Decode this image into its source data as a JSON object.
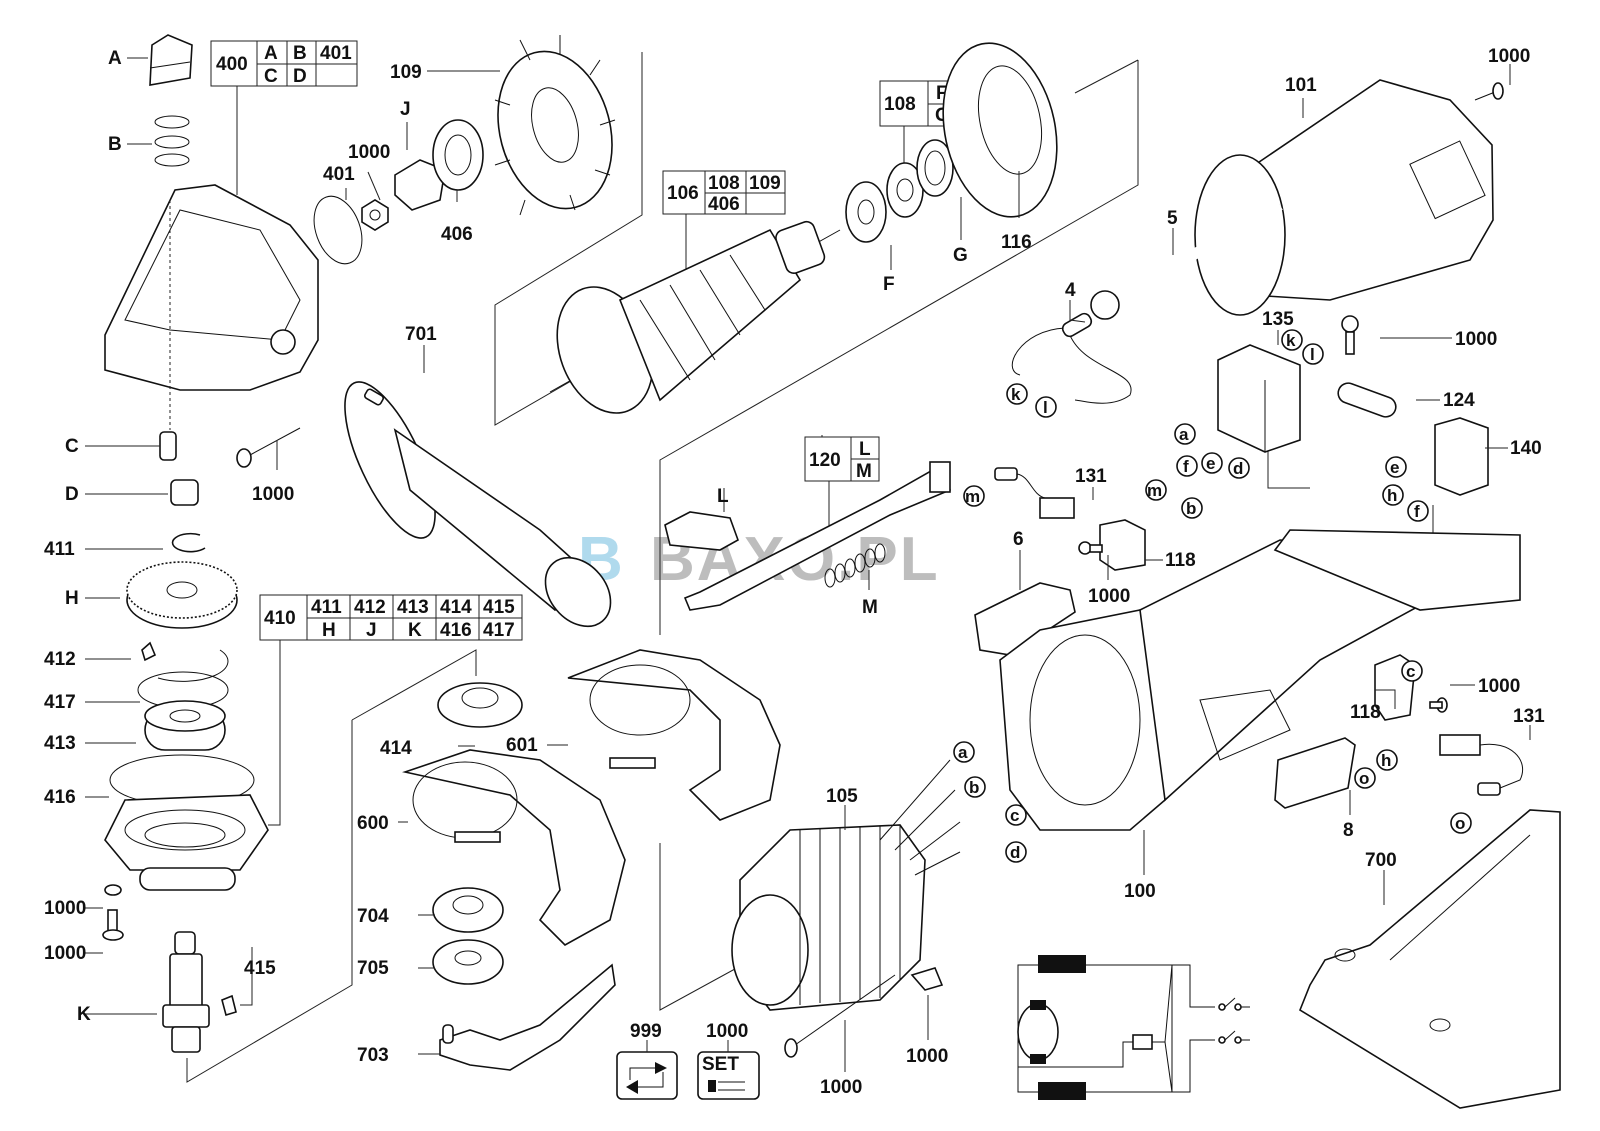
{
  "title": "Angle grinder exploded parts diagram",
  "watermark": {
    "text": "BAXO.PL",
    "mark": "B"
  },
  "tables": [
    {
      "id": "400",
      "main": "400",
      "cells": [
        [
          "A",
          "B",
          "401"
        ],
        [
          "C",
          "D",
          ""
        ]
      ]
    },
    {
      "id": "106",
      "main": "106",
      "cells": [
        [
          "108",
          "109"
        ],
        [
          "406",
          ""
        ]
      ]
    },
    {
      "id": "108",
      "main": "108",
      "cells": [
        [
          "F"
        ],
        [
          "G"
        ]
      ]
    },
    {
      "id": "120",
      "main": "120",
      "cells": [
        [
          "L"
        ],
        [
          "M"
        ]
      ]
    },
    {
      "id": "410",
      "main": "410",
      "cells": [
        [
          "411",
          "412",
          "413",
          "414",
          "415"
        ],
        [
          "H",
          "J",
          "K",
          "416",
          "417"
        ]
      ]
    }
  ],
  "labels": {
    "A": "A",
    "B": "B",
    "C": "C",
    "D": "D",
    "H": "H",
    "J": "J",
    "K": "K",
    "F": "F",
    "G": "G",
    "L": "L",
    "M": "M",
    "p109": "109",
    "p1000_nut": "1000",
    "p401": "401",
    "p406": "406",
    "p116": "116",
    "p101": "101",
    "p1000_topright": "1000",
    "p5": "5",
    "p4": "4",
    "p701": "701",
    "p1000_handle": "1000",
    "p135": "135",
    "p1000_clamp": "1000",
    "p124": "124",
    "p140": "140",
    "p131_top": "131",
    "p118_top": "118",
    "p1000_brush": "1000",
    "p6": "6",
    "p411": "411",
    "p412": "412",
    "p417": "417",
    "p413": "413",
    "p416": "416",
    "p1000_washer": "1000",
    "p1000_screw": "1000",
    "p415": "415",
    "p414": "414",
    "p601": "601",
    "p600": "600",
    "p704": "704",
    "p705": "705",
    "p703": "703",
    "p105": "105",
    "p999": "999",
    "p1000_set": "1000",
    "p1000_bolt": "1000",
    "p1000_clip": "1000",
    "p100": "100",
    "p8": "8",
    "p118_right": "118",
    "p1000_right": "1000",
    "p131_right": "131",
    "p700": "700"
  },
  "wire_markers": {
    "k1": "k",
    "l1": "l",
    "k2": "k",
    "l2": "l",
    "a1": "a",
    "f1": "f",
    "e1": "e",
    "d1": "d",
    "e2": "e",
    "h1": "h",
    "f2": "f",
    "m1": "m",
    "m2": "m",
    "b1": "b",
    "a2": "a",
    "b2": "b",
    "c2": "c",
    "d2": "d",
    "c3": "c",
    "o1": "o",
    "h2": "h",
    "o2": "o"
  },
  "icons": {
    "p999": "replace-arrows-icon",
    "p1000_set": "screw-set-icon",
    "set_text": "SET"
  },
  "schematic": {
    "name": "motor-wiring-schematic"
  }
}
